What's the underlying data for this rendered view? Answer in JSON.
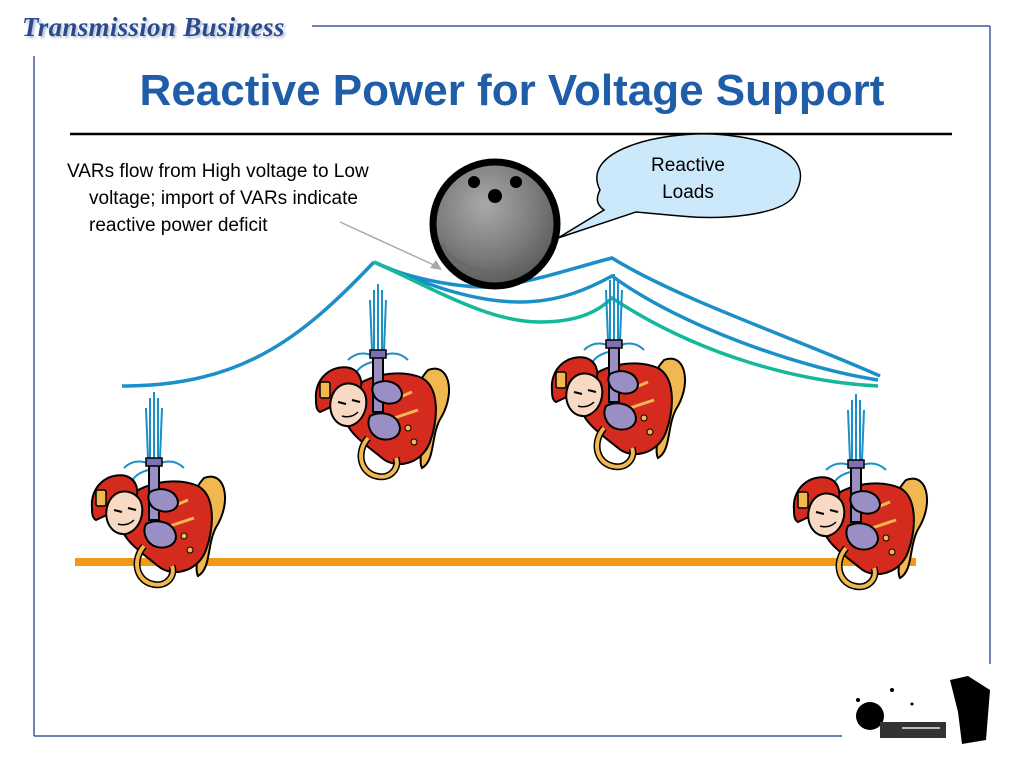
{
  "header": {
    "brand": "Transmission Business",
    "title": "Reactive Power for Voltage Support"
  },
  "body": {
    "text": "VARs flow from High voltage to Low voltage; import of VARs indicate reactive power deficit"
  },
  "callout": {
    "text": "Reactive Loads"
  },
  "colors": {
    "title": "#1f5da8",
    "frame": "#3d5a99",
    "line_blue": "#1a8fc8",
    "line_teal": "#14b89a",
    "ground": "#f29a14",
    "callout_fill": "#cce9fb",
    "ball": "#7d7d7d",
    "firefighter_coat": "#d52b1e",
    "firefighter_trim": "#f0b84e"
  },
  "icons": {
    "load": "bowling-ball-icon",
    "generator": "firefighter-icon"
  }
}
